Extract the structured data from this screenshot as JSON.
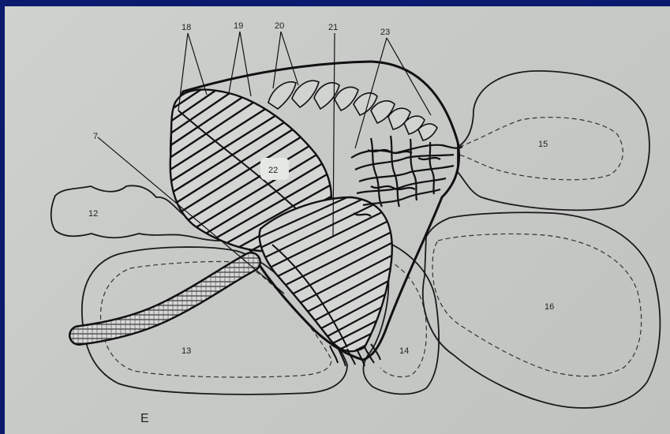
{
  "figure": {
    "panel_letter": "E",
    "labels": {
      "l7": "7",
      "l12": "12",
      "l13": "13",
      "l14": "14",
      "l15": "15",
      "l16": "16",
      "l18": "18",
      "l19": "19",
      "l20": "20",
      "l21": "21",
      "l22": "22",
      "l23": "23"
    }
  }
}
